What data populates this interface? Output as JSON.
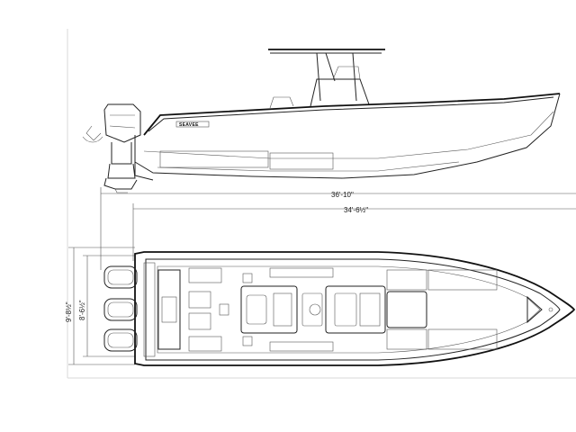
{
  "profile": {
    "brand": "SEAVEE"
  },
  "dimensions": {
    "length_overall": "36'-10\"",
    "length_hull": "34'-6½\"",
    "beam_overall": "9'-8½\"",
    "beam_hull": "8'-6½\""
  },
  "colors": {
    "line": "#222222",
    "frame": "#d8d8d8",
    "background": "#ffffff"
  }
}
